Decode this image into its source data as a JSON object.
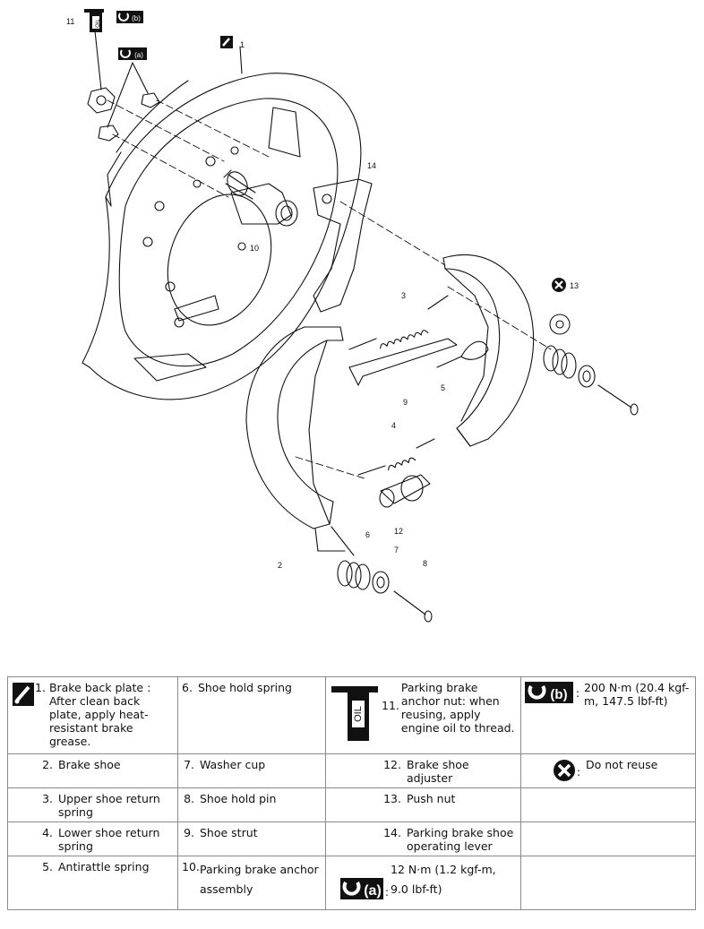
{
  "callouts": {
    "c1": "1",
    "c2": "2",
    "c3": "3",
    "c4": "4",
    "c5": "5",
    "c6": "6",
    "c7": "7",
    "c8": "8",
    "c9": "9",
    "c10": "10",
    "c11": "11",
    "c12": "12",
    "c13": "13",
    "c14": "14"
  },
  "icons": {
    "torque_a": "(a)",
    "torque_b": "(b)",
    "oil": "OIL"
  },
  "legend": {
    "r1": {
      "n1": "1.",
      "t1": "Brake back plate : After clean back plate, apply heat-resistant brake grease.",
      "n2": "6.",
      "t2": "Shoe hold spring",
      "n3": "11.",
      "t3": "Parking brake anchor nut: when reusing, apply engine oil to thread.",
      "t4": "200 N·m (20.4 kgf-m, 147.5 lbf-ft)"
    },
    "r2": {
      "n1": "2.",
      "t1": "Brake shoe",
      "n2": "7.",
      "t2": "Washer cup",
      "n3": "12.",
      "t3": "Brake shoe adjuster",
      "t4": "Do not reuse"
    },
    "r3": {
      "n1": "3.",
      "t1": "Upper shoe return spring",
      "n2": "8.",
      "t2": "Shoe hold pin",
      "n3": "13.",
      "t3": "Push nut"
    },
    "r4": {
      "n1": "4.",
      "t1": "Lower shoe return spring",
      "n2": "9.",
      "t2": "Shoe strut",
      "n3": "14.",
      "t3": "Parking brake shoe operating lever"
    },
    "r5": {
      "n1": "5.",
      "t1": "Antirattle spring",
      "n2": "10.",
      "t2": "Parking brake anchor assembly",
      "t3": "12 N·m (1.2 kgf-m, 9.0 lbf-ft)"
    }
  },
  "colors": {
    "ink": "#111111",
    "border": "#8a8a8a"
  }
}
